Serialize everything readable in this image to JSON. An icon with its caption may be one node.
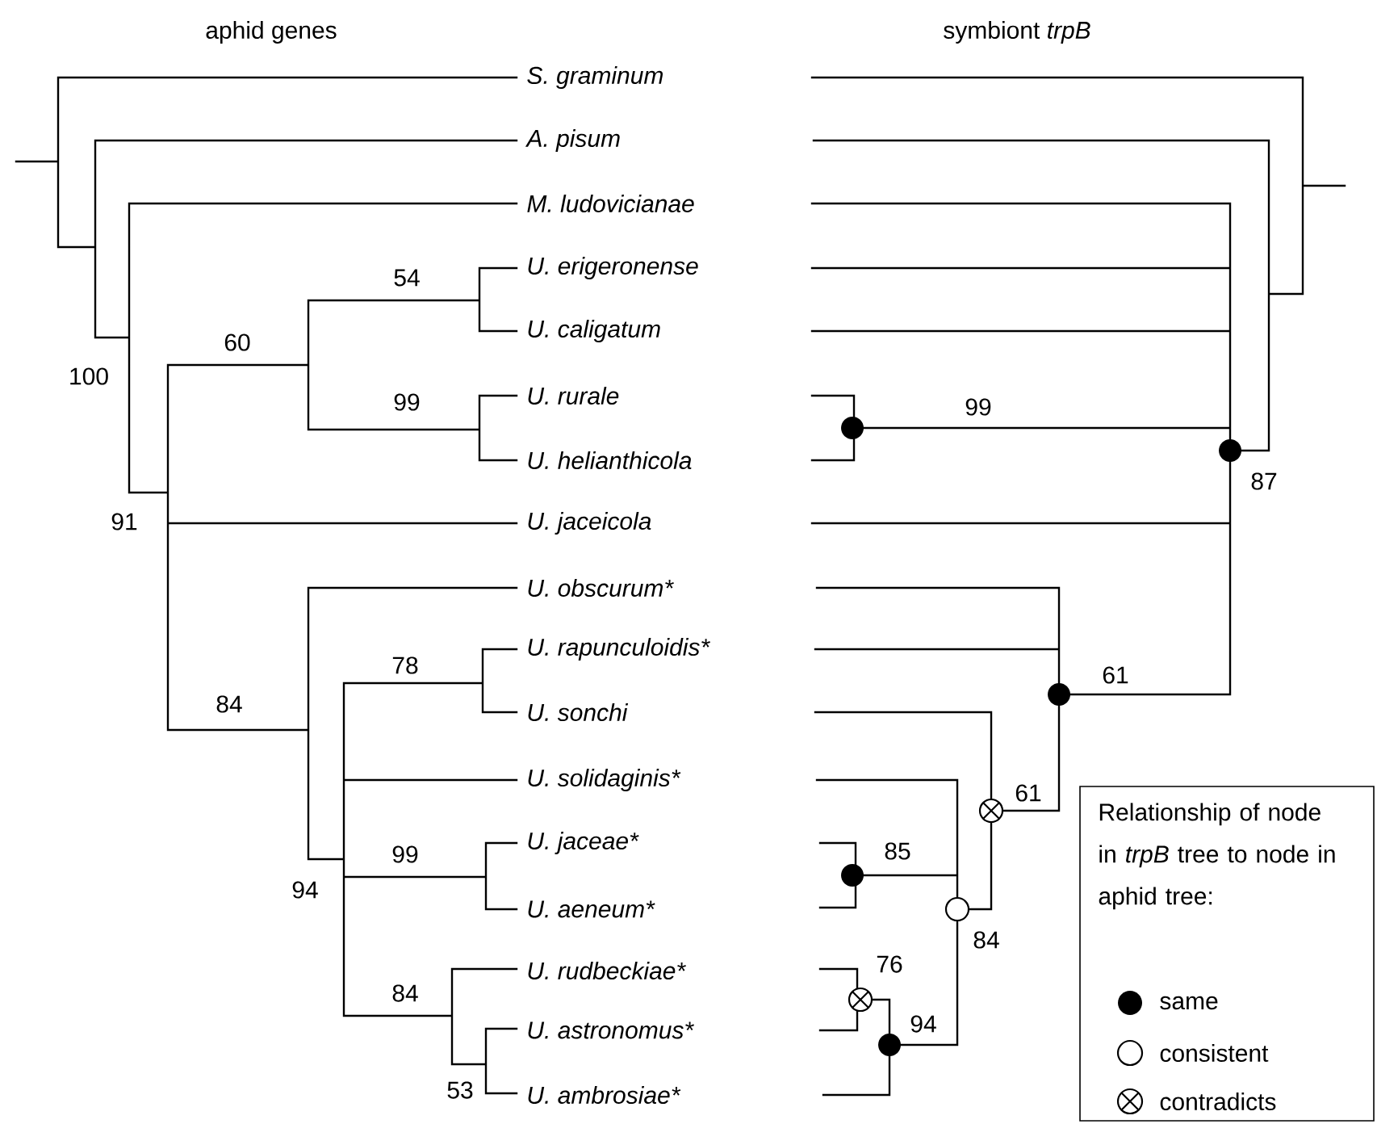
{
  "diagram": {
    "nodes": [
      {
        "text": [
          "Relationship of node in *trpB* tree to node in aphid tree:"
        ]
      }
    ],
    "labels": [
      "aphid genes",
      "symbiont *trpB*",
      "S. graminum",
      "A. pisum",
      "M. ludovicianae",
      "U. erigeronense",
      "U. caligatum",
      "U. rurale",
      "U. helianthicola",
      "U. jaceicola",
      "U. obscurum*",
      "U. rapunculoidis*",
      "U. sonchi",
      "U. solidaginis*",
      "U. jaceae*",
      "U. aeneum*",
      "U. rudbeckiae*",
      "U. astronomus*",
      "U. ambrosiae*",
      "54",
      "60",
      "100",
      "99",
      "91",
      "78",
      "84",
      "99",
      "94",
      "84",
      "53",
      "99",
      "87",
      "61",
      "61",
      "85",
      "84",
      "76",
      "94"
    ],
    "legend": [
      {
        "text": "same"
      },
      {
        "text": "consistent"
      },
      {
        "text": "contradicts"
      }
    ]
  }
}
